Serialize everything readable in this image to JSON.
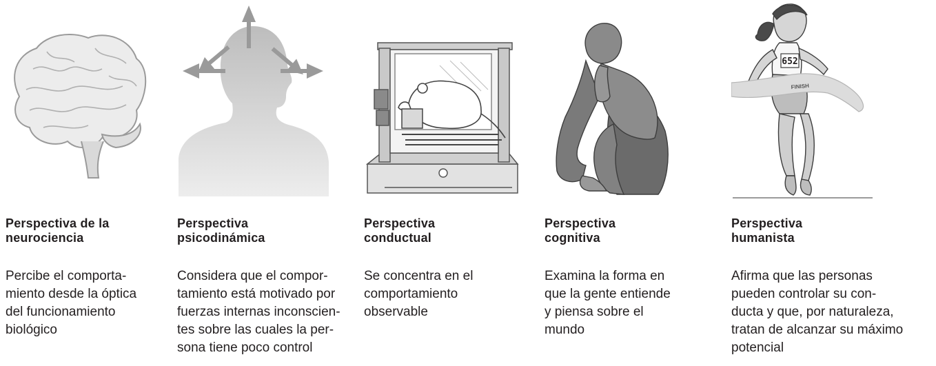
{
  "perspectives": [
    {
      "title": "Perspectiva de la\nneurociencia",
      "description": "Percibe el comporta-\nmiento desde la óptica\ndel funcionamiento\nbiológico"
    },
    {
      "title": "Perspectiva\npsicodinámica",
      "description": "Considera que el compor-\ntamiento está motivado por\nfuerzas internas inconscien-\ntes sobre las cuales la per-\nsona tiene poco control"
    },
    {
      "title": "Perspectiva\nconductual",
      "description": "Se concentra en el\ncomportamiento\nobservable"
    },
    {
      "title": "Perspectiva\ncognitiva",
      "description": "Examina la forma en\nque la gente entiende\ny piensa sobre el\nmundo"
    },
    {
      "title": "Perspectiva\nhumanista",
      "description": "Afirma que las personas\npueden controlar su con-\nducta y que, por naturaleza,\ntratan de alcanzar su máximo\npotencial"
    }
  ],
  "runner_bib": "652",
  "ribbon_text": "FINISH",
  "colors": {
    "text": "#231f20",
    "illustration_gray": "#9a9a9a",
    "light_gray": "#d9d9d9"
  }
}
